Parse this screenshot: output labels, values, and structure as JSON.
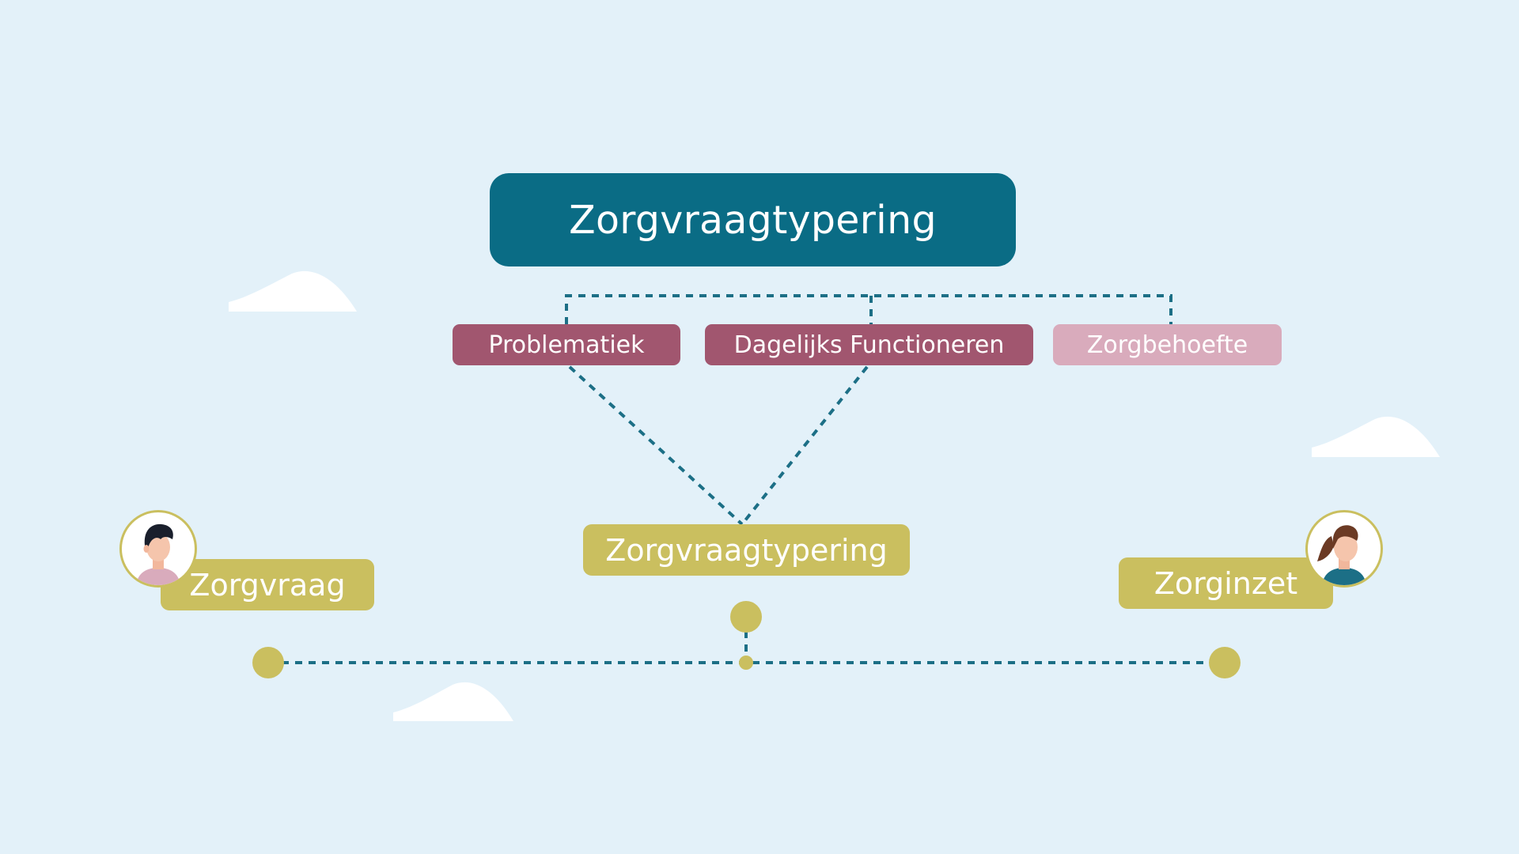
{
  "diagram": {
    "title": "Zorgvraagtypering",
    "categories": [
      {
        "label": "Problematiek",
        "color": "#a1566f"
      },
      {
        "label": "Dagelijks Functioneren",
        "color": "#a1566f"
      },
      {
        "label": "Zorgbehoefte",
        "color": "#d9abbc"
      }
    ],
    "timeline": {
      "start_label": "Zorgvraag",
      "middle_label": "Zorgvraagtypering",
      "end_label": "Zorginzet"
    }
  },
  "colors": {
    "background": "#e3f1f9",
    "primary": "#0a6c85",
    "category_dark": "#a1566f",
    "category_light": "#d9abbc",
    "stage": "#cabf5f",
    "connector": "#1c6f86",
    "cloud": "#ffffff"
  },
  "icons": {
    "left_avatar": "man-avatar-icon",
    "right_avatar": "woman-avatar-icon",
    "clouds": "cloud-icon"
  }
}
